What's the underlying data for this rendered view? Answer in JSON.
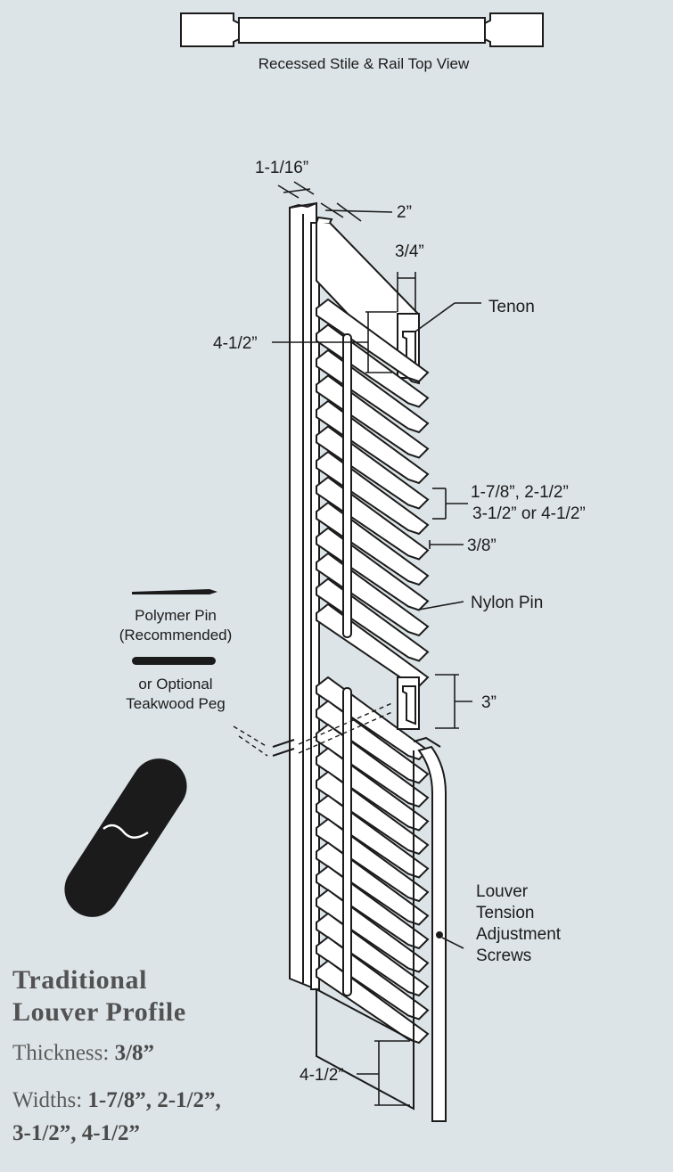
{
  "top_view": {
    "caption": "Recessed Stile & Rail Top View"
  },
  "dimensions": {
    "stile_depth": "1-1/16”",
    "stile_width": "2”",
    "tenon_width": "3/4”",
    "top_rail_height": "4-1/2”",
    "louver_widths_line1": "1-7/8”, 2-1/2”",
    "louver_widths_line2": "3-1/2” or 4-1/2”",
    "louver_thickness": "3/8”",
    "mid_rail_height": "3”",
    "bottom_rail_height": "4-1/2”"
  },
  "callouts": {
    "tenon": "Tenon",
    "nylon_pin": "Nylon Pin",
    "polymer_pin_line1": "Polymer Pin",
    "polymer_pin_line2": "(Recommended)",
    "teak_peg_line1": "or Optional",
    "teak_peg_line2": "Teakwood Peg",
    "screws_line1": "Louver",
    "screws_line2": "Tension",
    "screws_line3": "Adjustment",
    "screws_line4": "Screws"
  },
  "profile": {
    "title_line1": "Traditional",
    "title_line2": "Louver Profile",
    "thickness_label": "Thickness:",
    "thickness_value": "3/8”",
    "widths_label": "Widths:",
    "widths_value_line1": "1-7/8”, 2-1/2”,",
    "widths_value_line2": "3-1/2”, 4-1/2”"
  },
  "colors": {
    "background": "#dde4e7",
    "ink": "#1b1b1b",
    "panel": "#ffffff",
    "profile_text": "#5b5b5b"
  }
}
